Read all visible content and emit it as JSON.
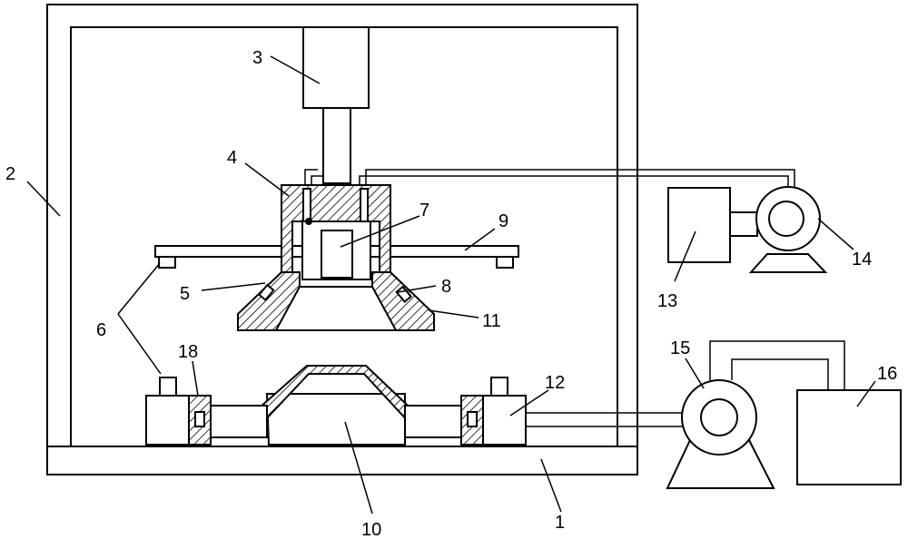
{
  "labels": {
    "l1": "1",
    "l2": "2",
    "l3": "3",
    "l4": "4",
    "l5": "5",
    "l6": "6",
    "l7": "7",
    "l8": "8",
    "l9": "9",
    "l10": "10",
    "l11": "11",
    "l12": "12",
    "l13": "13",
    "l14": "14",
    "l15": "15",
    "l16": "16",
    "l18": "18"
  }
}
